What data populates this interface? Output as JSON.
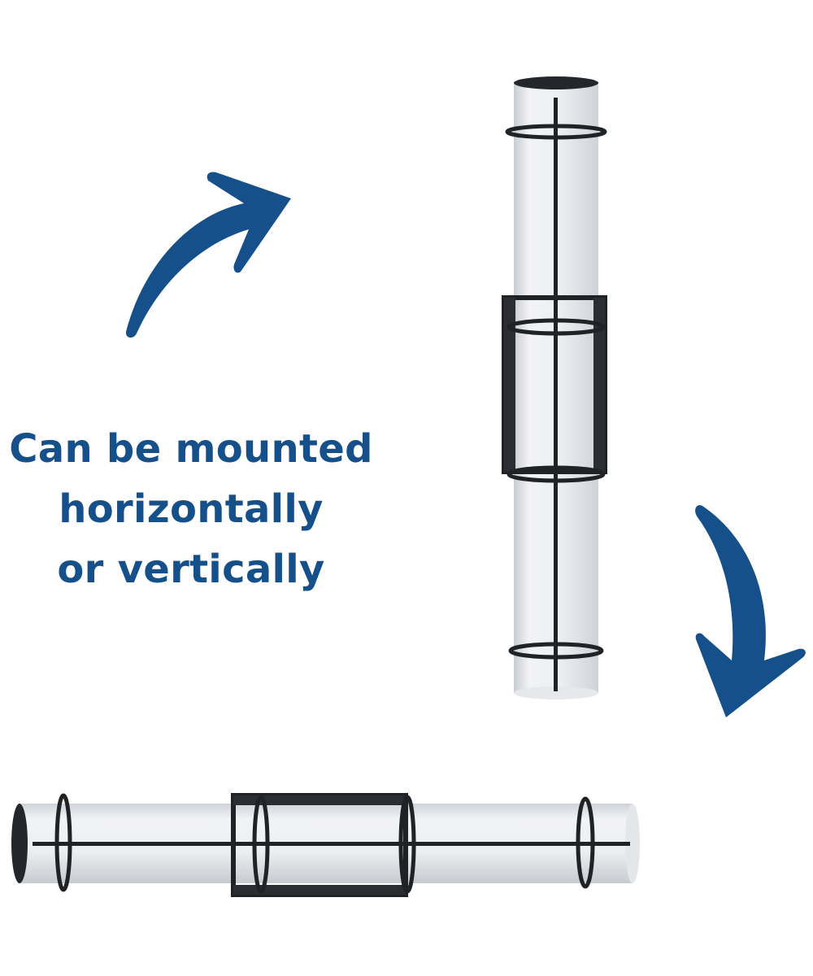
{
  "caption": {
    "line1": "Can be mounted",
    "line2": "horizontally",
    "line3": "or vertically"
  },
  "colors": {
    "accent": "#15508A",
    "frame": "#1F2326",
    "shade": "#E9EBEE",
    "shade_edge": "#C9CDD2",
    "background": "#FFFFFF"
  },
  "icons": {
    "up_arrow": "curved-arrow-up-right-icon",
    "down_arrow": "curved-arrow-down-icon"
  }
}
